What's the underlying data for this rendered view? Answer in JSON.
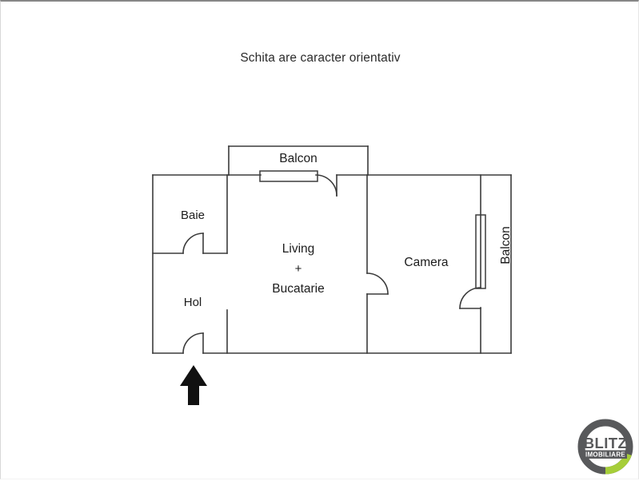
{
  "page": {
    "title": "Schita are caracter orientativ",
    "background_color": "#ffffff",
    "line_color": "#3b3b3b"
  },
  "floorplan": {
    "type": "apartment-floor-plan",
    "rooms": [
      {
        "id": "balcon-top",
        "label": "Balcon",
        "orientation": "horizontal",
        "position": "top-center"
      },
      {
        "id": "baie",
        "label": "Baie",
        "orientation": "horizontal",
        "position": "left-upper"
      },
      {
        "id": "hol",
        "label": "Hol",
        "orientation": "horizontal",
        "position": "left-lower"
      },
      {
        "id": "living",
        "label": "Living",
        "orientation": "horizontal",
        "position": "center"
      },
      {
        "id": "living-plus",
        "label": "+",
        "orientation": "horizontal",
        "position": "center"
      },
      {
        "id": "bucatarie",
        "label": "Bucatarie",
        "orientation": "horizontal",
        "position": "center"
      },
      {
        "id": "camera",
        "label": "Camera",
        "orientation": "horizontal",
        "position": "right"
      },
      {
        "id": "balcon-right",
        "label": "Balcon",
        "orientation": "vertical",
        "position": "right-edge"
      }
    ],
    "entrance": {
      "marker": "arrow-up",
      "location": "bottom-left-hol"
    },
    "doors": 5,
    "balcony_railings": 2
  },
  "logo": {
    "name": "BLITZ IMOBILIARE",
    "primary_text": "BLITZ",
    "secondary_text": "IMOBILIARE",
    "ring_color": "#58595b",
    "accent_color": "#a6ce39",
    "text_color": "#58595b"
  }
}
